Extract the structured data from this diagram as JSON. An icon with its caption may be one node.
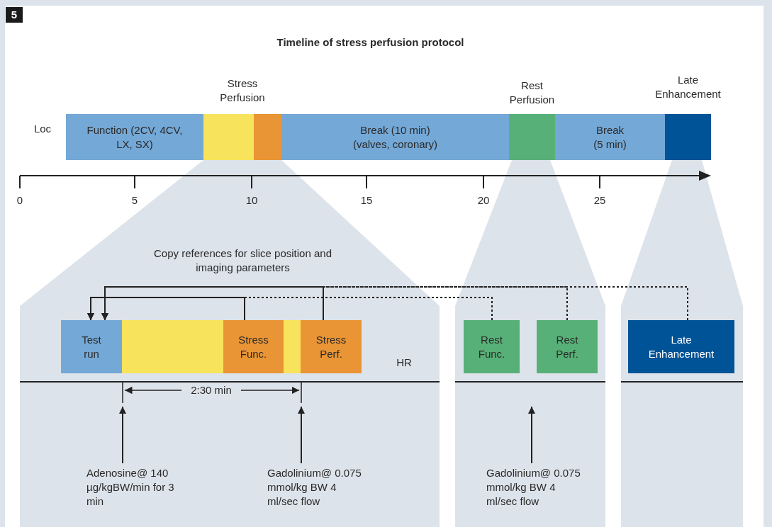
{
  "diagram": {
    "title": "Timeline of stress perfusion protocol",
    "nodes": [
      {
        "text": [
          "Function (2CV, 4CV, LX, SX)"
        ]
      },
      {
        "text": [],
        "shape": "bar"
      },
      {
        "text": [],
        "shape": "bar"
      },
      {
        "text": [
          "Break (10 min) (valves, coronary)"
        ]
      },
      {
        "text": [
          "Rest Perfusion"
        ]
      },
      {
        "text": [
          "Break (5 min)"
        ]
      },
      {
        "text": [
          "Late Enhancement"
        ]
      },
      {
        "text": [
          "Test run"
        ]
      },
      {
        "text": [],
        "shape": "bar"
      },
      {
        "text": [
          "Stress Func."
        ]
      },
      {
        "text": [],
        "shape": "bar"
      },
      {
        "text": [
          "Stress Perf."
        ]
      },
      {
        "text": [
          "Rest Func."
        ]
      },
      {
        "text": [
          "Rest Perf."
        ]
      },
      {
        "text": [
          "Late Enhancement"
        ]
      },
      {
        "text": [
          "Adenosine@ 140 µg/kgBW/min for 3 min"
        ]
      },
      {
        "text": [
          "Gadolinium@ 0.075 mmol/kg BW 4 ml/sec flow"
        ]
      },
      {
        "text": [
          "Gadolinium@ 0.075 mmol/kg BW 4 ml/sec flow"
        ]
      }
    ],
    "edges": [
      {
        "from": 9,
        "to": 7,
        "arrow": "to"
      },
      {
        "from": 11,
        "to": 7,
        "arrow": "to"
      },
      {
        "from": 12,
        "to": 7,
        "arrow": "to",
        "style": "dashed"
      },
      {
        "from": 13,
        "to": 7,
        "arrow": "to",
        "style": "dashed"
      },
      {
        "from": 14,
        "to": 7,
        "arrow": "to",
        "style": "dashed"
      },
      {
        "from": 15,
        "to": null,
        "arrow": "to"
      },
      {
        "from": 16,
        "to": null,
        "arrow": "to"
      },
      {
        "from": 17,
        "to": null,
        "arrow": "to"
      }
    ],
    "labels": [
      "5",
      "Stress Perfusion",
      "Loc",
      "0",
      "5",
      "10",
      "15",
      "20",
      "25",
      "Copy references for slice position and imaging parameters",
      "HR",
      "2:30 min"
    ]
  }
}
